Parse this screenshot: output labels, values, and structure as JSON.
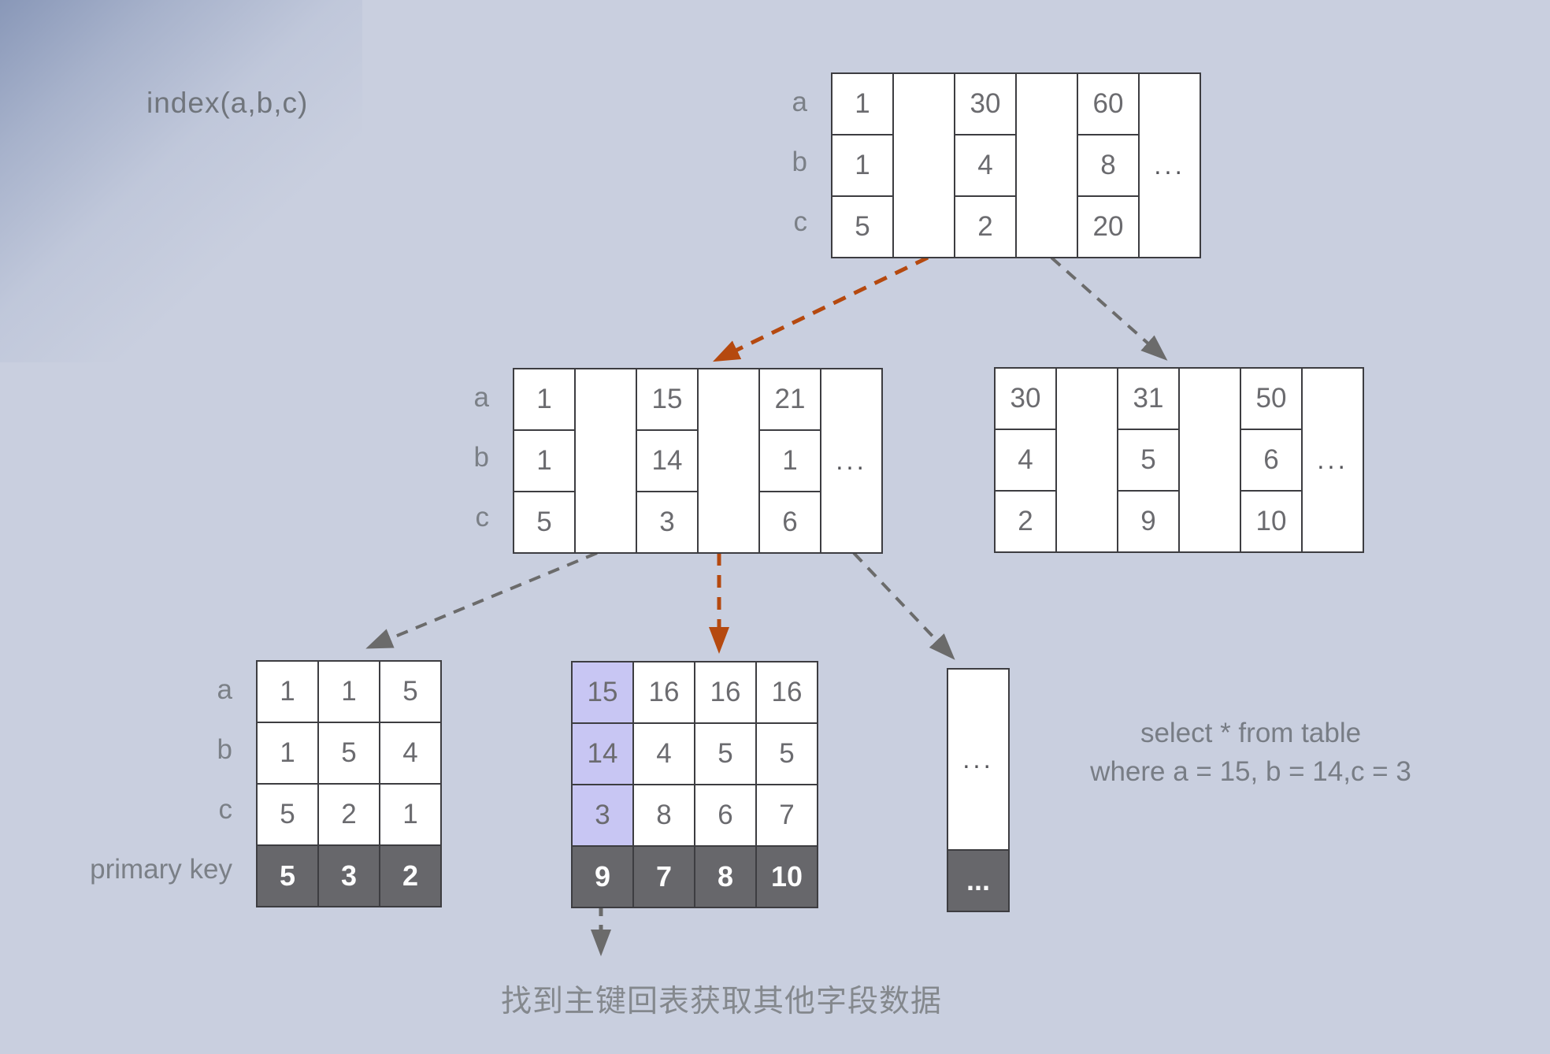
{
  "title": "index(a,b,c)",
  "caption": "找到主键回表获取其他字段数据",
  "sql": {
    "line1": "select * from  table",
    "line2": "where a = 15, b = 14,c = 3"
  },
  "colors": {
    "query_path_orange": "#b5490f",
    "arrow_gray": "#6b6b6b",
    "highlight_lavender": "#c8c6f3",
    "primary_key_row": "#67676b",
    "cell_border": "#3d3d41"
  },
  "root_node": {
    "row_labels": [
      "a",
      "b",
      "c"
    ],
    "col1": [
      "1",
      "1",
      "5"
    ],
    "col2": [
      "30",
      "4",
      "2"
    ],
    "col3": [
      "60",
      "8",
      "20"
    ],
    "ellipsis": "..."
  },
  "internal_left": {
    "row_labels": [
      "a",
      "b",
      "c"
    ],
    "col1": [
      "1",
      "1",
      "5"
    ],
    "col2": [
      "15",
      "14",
      "3"
    ],
    "col3": [
      "21",
      "1",
      "6"
    ],
    "ellipsis": "..."
  },
  "internal_right": {
    "col1": [
      "30",
      "4",
      "2"
    ],
    "col2": [
      "31",
      "5",
      "9"
    ],
    "col3": [
      "50",
      "6",
      "10"
    ],
    "ellipsis": "..."
  },
  "leaf_left": {
    "row_labels": [
      "a",
      "b",
      "c",
      "primary key"
    ],
    "row_a": [
      "1",
      "1",
      "5"
    ],
    "row_b": [
      "1",
      "5",
      "4"
    ],
    "row_c": [
      "5",
      "2",
      "1"
    ],
    "pk": [
      "5",
      "3",
      "2"
    ]
  },
  "leaf_mid": {
    "row_a": [
      "15",
      "16",
      "16",
      "16"
    ],
    "row_b": [
      "14",
      "4",
      "5",
      "5"
    ],
    "row_c": [
      "3",
      "8",
      "6",
      "7"
    ],
    "pk": [
      "9",
      "7",
      "8",
      "10"
    ]
  },
  "leaf_more": {
    "body": "...",
    "pk": "..."
  }
}
